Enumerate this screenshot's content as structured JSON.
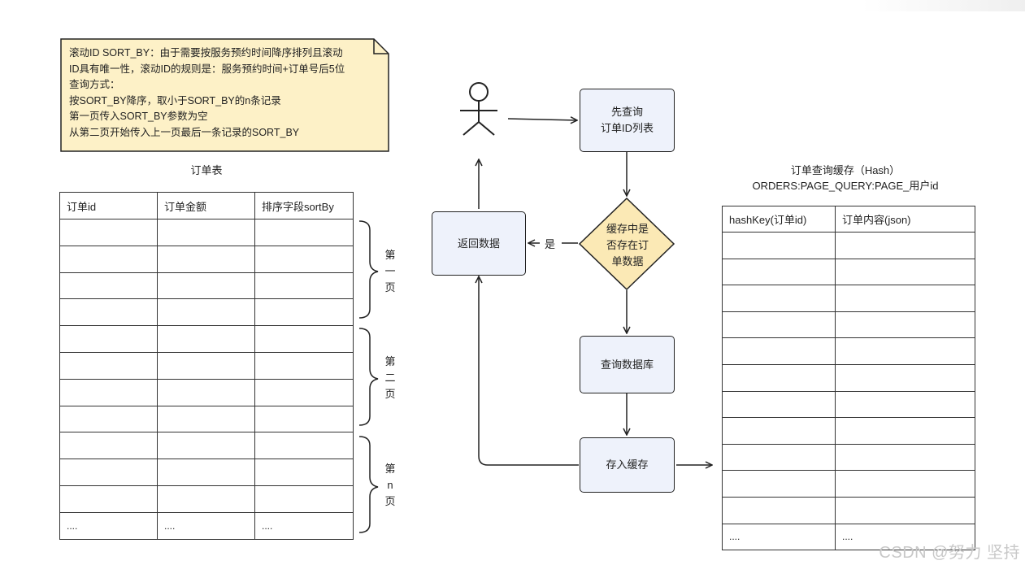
{
  "note": {
    "lines": [
      "滚动ID SORT_BY：由于需要按服务预约时间降序排列且滚动",
      "ID具有唯一性，滚动ID的规则是：服务预约时间+订单号后5位",
      "查询方式：",
      "按SORT_BY降序，取小于SORT_BY的n条记录",
      "第一页传入SORT_BY参数为空",
      "从第二页开始传入上一页最后一条记录的SORT_BY"
    ]
  },
  "order_table": {
    "title": "订单表",
    "headers": [
      "订单id",
      "订单金额",
      "排序字段sortBy"
    ],
    "last_row": [
      "....",
      "....",
      "...."
    ]
  },
  "page_groups": [
    {
      "label": [
        "第",
        "一",
        "页"
      ]
    },
    {
      "label": [
        "第",
        "二",
        "页"
      ]
    },
    {
      "label": [
        "第",
        "n",
        "页"
      ]
    }
  ],
  "flow": {
    "query_ids": "先查询\n订单ID列表",
    "cache_check": "缓存中是\n否存在订\n单数据",
    "yes": "是",
    "return_data": "返回数据",
    "query_db": "查询数据库",
    "save_cache": "存入缓存"
  },
  "cache_table": {
    "title_line1": "订单查询缓存（Hash）",
    "title_line2": "ORDERS:PAGE_QUERY:PAGE_用户id",
    "headers": [
      "hashKey(订单id)",
      "订单内容(json)"
    ],
    "last_row": [
      "....",
      "...."
    ]
  },
  "watermark": "CSDN @努力 坚持",
  "colors": {
    "note_fill": "#fdf1c7",
    "node_fill": "#eef2fb",
    "diamond_fill": "#fbe9b5",
    "stroke": "#222222"
  }
}
